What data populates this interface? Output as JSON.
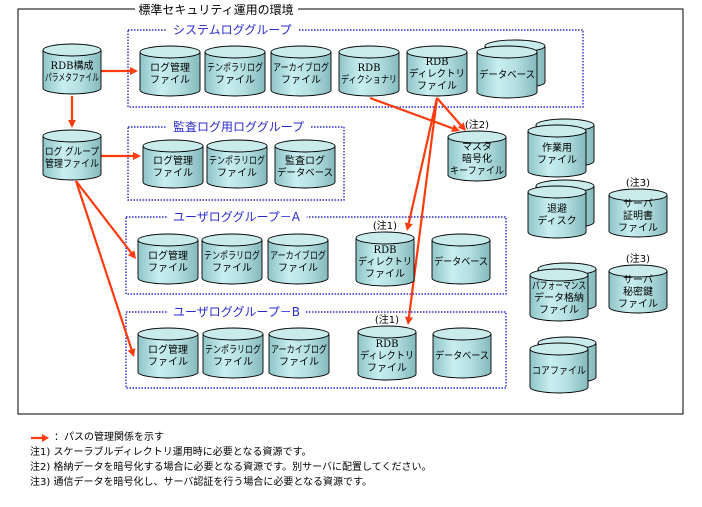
{
  "diagram": {
    "title": "標準セキュリティ運用の環境",
    "colors": {
      "arrow": "#ff3b10",
      "group_border": "#2a2ad0",
      "cylinder_fill": "#b7e0e2"
    },
    "groups": [
      {
        "id": "system",
        "title": "システムロググループ",
        "items": [
          {
            "id": "sys_logmgr",
            "lines": [
              "ログ管理",
              "ファイル"
            ]
          },
          {
            "id": "sys_temp",
            "lines": [
              "テンポラリログ",
              "ファイル"
            ]
          },
          {
            "id": "sys_archive",
            "lines": [
              "アーカイブログ",
              "ファイル"
            ]
          },
          {
            "id": "sys_dict",
            "lines": [
              "RDB",
              "ディクショナリ"
            ]
          },
          {
            "id": "sys_dir",
            "lines": [
              "RDB",
              "ディレクトリ",
              "ファイル"
            ]
          },
          {
            "id": "sys_db",
            "lines": [
              "データベース"
            ],
            "stacked": true
          }
        ]
      },
      {
        "id": "audit",
        "title": "監査ログ用ロググループ",
        "items": [
          {
            "id": "aud_logmgr",
            "lines": [
              "ログ管理",
              "ファイル"
            ]
          },
          {
            "id": "aud_temp",
            "lines": [
              "テンポラリログ",
              "ファイル"
            ]
          },
          {
            "id": "aud_db",
            "lines": [
              "監査ログ",
              "データベース"
            ]
          }
        ]
      },
      {
        "id": "userA",
        "title": "ユーザロググループ－A",
        "items": [
          {
            "id": "a_logmgr",
            "lines": [
              "ログ管理",
              "ファイル"
            ]
          },
          {
            "id": "a_temp",
            "lines": [
              "テンポラリログ",
              "ファイル"
            ]
          },
          {
            "id": "a_archive",
            "lines": [
              "アーカイブログ",
              "ファイル"
            ]
          },
          {
            "id": "a_dir",
            "lines": [
              "RDB",
              "ディレクトリ",
              "ファイル"
            ],
            "note": "(注1)"
          },
          {
            "id": "a_db",
            "lines": [
              "データベース"
            ]
          }
        ]
      },
      {
        "id": "userB",
        "title": "ユーザロググループ－B",
        "items": [
          {
            "id": "b_logmgr",
            "lines": [
              "ログ管理",
              "ファイル"
            ]
          },
          {
            "id": "b_temp",
            "lines": [
              "テンポラリログ",
              "ファイル"
            ]
          },
          {
            "id": "b_archive",
            "lines": [
              "アーカイブログ",
              "ファイル"
            ]
          },
          {
            "id": "b_dir",
            "lines": [
              "RDB",
              "ディレクトリ",
              "ファイル"
            ],
            "note": "(注1)"
          },
          {
            "id": "b_db",
            "lines": [
              "データベース"
            ]
          }
        ]
      }
    ],
    "standalone": [
      {
        "id": "rdb_conf",
        "lines": [
          "RDB構成",
          "パラメタファイル"
        ]
      },
      {
        "id": "loggroup_mgr",
        "lines": [
          "ログ グループ",
          "管理ファイル"
        ]
      },
      {
        "id": "master_key",
        "lines": [
          "マスタ",
          "暗号化",
          "キーファイル"
        ],
        "note": "(注2)"
      },
      {
        "id": "work_file",
        "lines": [
          "作業用",
          "ファイル"
        ],
        "stacked": true
      },
      {
        "id": "evac_disk",
        "lines": [
          "退避",
          "ディスク"
        ],
        "stacked": true
      },
      {
        "id": "server_cert",
        "lines": [
          "サーバ",
          "証明書",
          "ファイル"
        ],
        "note": "(注3)"
      },
      {
        "id": "perf_data",
        "lines": [
          "パフォーマンス",
          "データ格納",
          "ファイル"
        ],
        "stacked": true
      },
      {
        "id": "server_key",
        "lines": [
          "サーバ",
          "秘密鍵",
          "ファイル"
        ],
        "note": "(注3)"
      },
      {
        "id": "core_file",
        "lines": [
          "コアファイル"
        ],
        "stacked": true
      }
    ],
    "arrows": [
      {
        "from": "rdb_conf",
        "to": "sys_logmgr"
      },
      {
        "from": "rdb_conf",
        "to": "loggroup_mgr"
      },
      {
        "from": "loggroup_mgr",
        "to": "aud_logmgr"
      },
      {
        "from": "loggroup_mgr",
        "to": "a_logmgr"
      },
      {
        "from": "loggroup_mgr",
        "to": "b_logmgr"
      },
      {
        "from": "sys_dict",
        "to": "master_key"
      },
      {
        "from": "sys_dir",
        "to": "master_key"
      },
      {
        "from": "sys_dir",
        "to": "a_dir"
      },
      {
        "from": "sys_dir",
        "to": "b_dir"
      }
    ]
  },
  "legend": {
    "arrow_meaning": "：パスの管理関係を示す",
    "notes": [
      "注1)  スケーラブルディレクトリ運用時に必要となる資源です。",
      "注2)  格納データを暗号化する場合に必要となる資源です。別サーバに配置してください。",
      "注3)  通信データを暗号化し、サーバ認証を行う場合に必要となる資源です。"
    ]
  }
}
